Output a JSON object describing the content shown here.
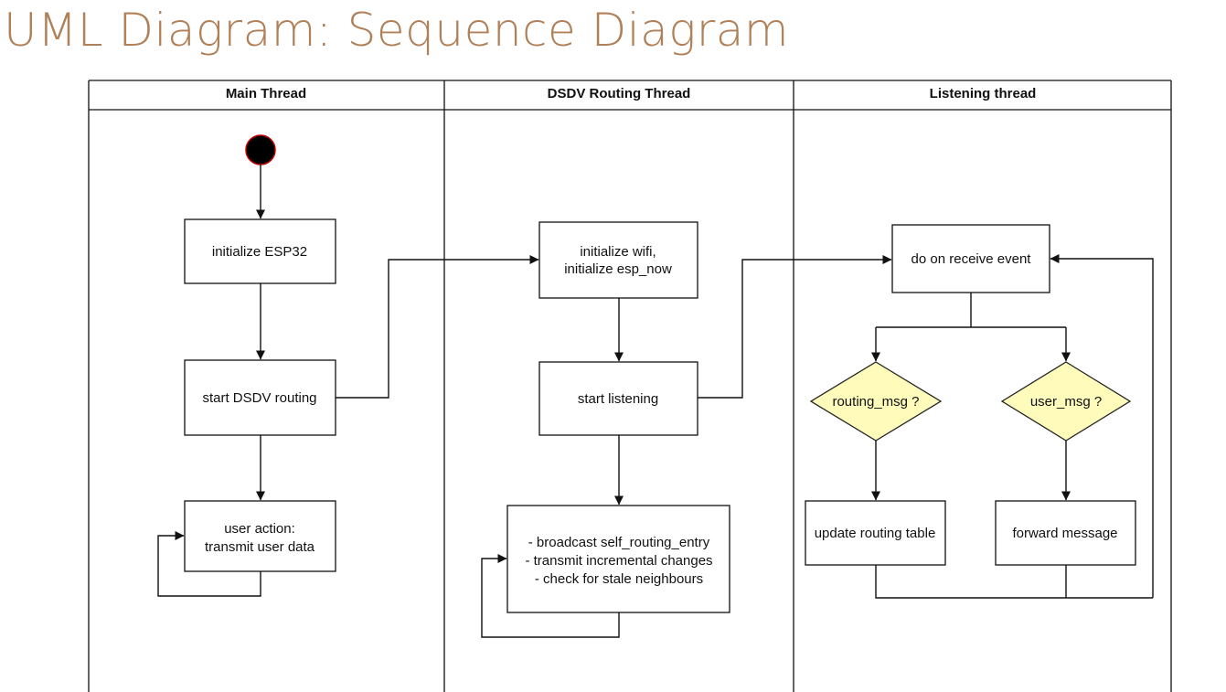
{
  "title": "UML Diagram: Sequence Diagram",
  "lanes": [
    "Main Thread",
    "DSDV Routing Thread",
    "Listening thread"
  ],
  "nodes": {
    "init_esp32": "initialize ESP32",
    "start_dsdv": "start DSDV routing",
    "user_action": [
      "user action:",
      "transmit user data"
    ],
    "init_wifi": [
      "initialize wifi,",
      "initialize esp_now"
    ],
    "start_listening": "start listening",
    "dsdv_tasks": [
      "- broadcast self_routing_entry",
      "- transmit incremental changes",
      "- check for stale neighbours"
    ],
    "receive_event": "do on receive event",
    "routing_msg": "routing_msg ?",
    "user_msg": "user_msg ?",
    "update_table": "update routing table",
    "forward_message": "forward message"
  },
  "colors": {
    "title": "#b08058",
    "decision_fill": "#fefbbb",
    "start_fill": "#000000",
    "start_stroke": "#c00000",
    "line": "#111111"
  }
}
